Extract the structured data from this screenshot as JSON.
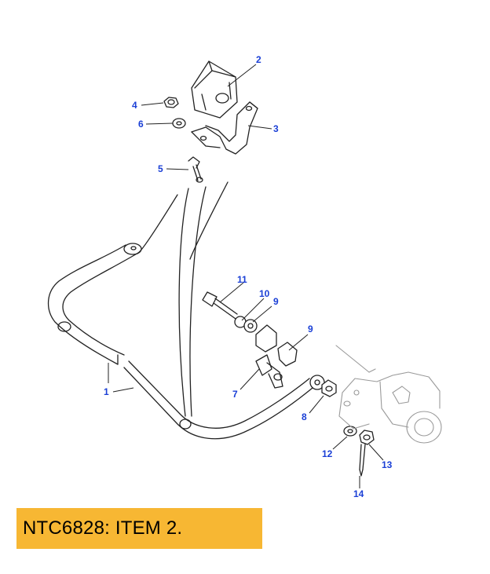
{
  "caption": {
    "text": "NTC6828: ITEM 2."
  },
  "callouts": [
    {
      "id": "1",
      "label": "1"
    },
    {
      "id": "2",
      "label": "2"
    },
    {
      "id": "3",
      "label": "3"
    },
    {
      "id": "4",
      "label": "4"
    },
    {
      "id": "5",
      "label": "5"
    },
    {
      "id": "6",
      "label": "6"
    },
    {
      "id": "7",
      "label": "7"
    },
    {
      "id": "8",
      "label": "8"
    },
    {
      "id": "9a",
      "label": "9"
    },
    {
      "id": "9b",
      "label": "9"
    },
    {
      "id": "10",
      "label": "10"
    },
    {
      "id": "11",
      "label": "11"
    },
    {
      "id": "12",
      "label": "12"
    },
    {
      "id": "13",
      "label": "13"
    },
    {
      "id": "14",
      "label": "14"
    }
  ],
  "colors": {
    "callout_text": "#1a3fd6",
    "line": "#222222",
    "faded_line": "#9a9a9a",
    "caption_bg": "#f7b733"
  }
}
